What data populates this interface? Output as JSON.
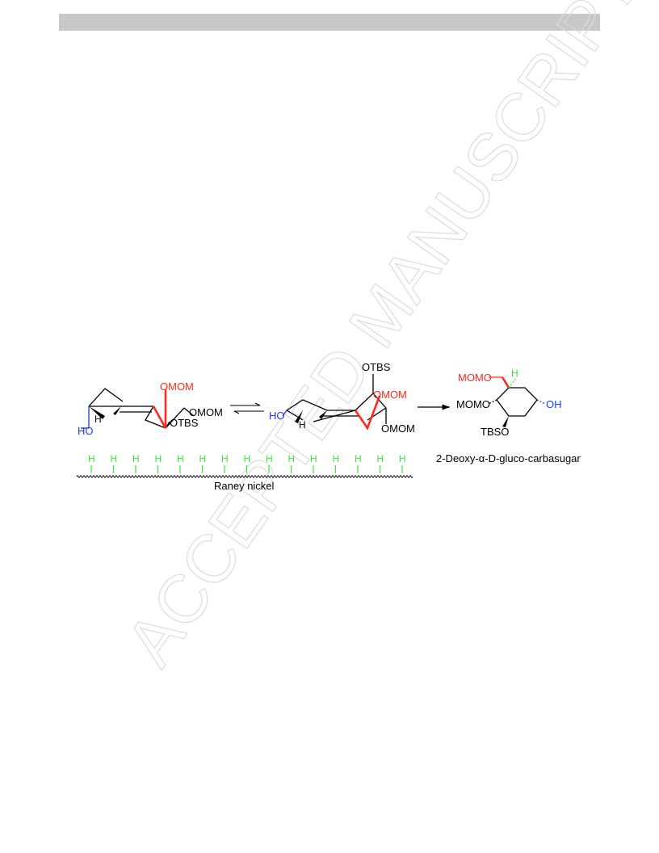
{
  "watermark": "ACCEPTED MANUSCRIPT",
  "colors": {
    "black": "#000000",
    "red": "#ff2a1a",
    "blue": "#1a3cff",
    "green": "#33ee33",
    "watermark": "#dcdcdc",
    "header": "#c8c8c8"
  },
  "scheme": {
    "structure1": {
      "label_omom_top": "OMOM",
      "label_omom_right": "OMOM",
      "label_otbs": "OTBS",
      "label_h": "H",
      "label_ho": "HO"
    },
    "structure2": {
      "label_otbs": "OTBS",
      "label_omom_top": "OMOM",
      "label_omom_bottom": "OMOM",
      "label_ho": "HO",
      "label_h": "H"
    },
    "product": {
      "label_momo_top": "MOMO",
      "label_h": "H",
      "label_momo_left": "MOMO",
      "label_oh": "OH",
      "label_tbso": "TBSO",
      "name": "2-Deoxy-α-D-gluco-carbasugar"
    },
    "surface": {
      "h_atom": "H",
      "label": "Raney nickel"
    }
  }
}
